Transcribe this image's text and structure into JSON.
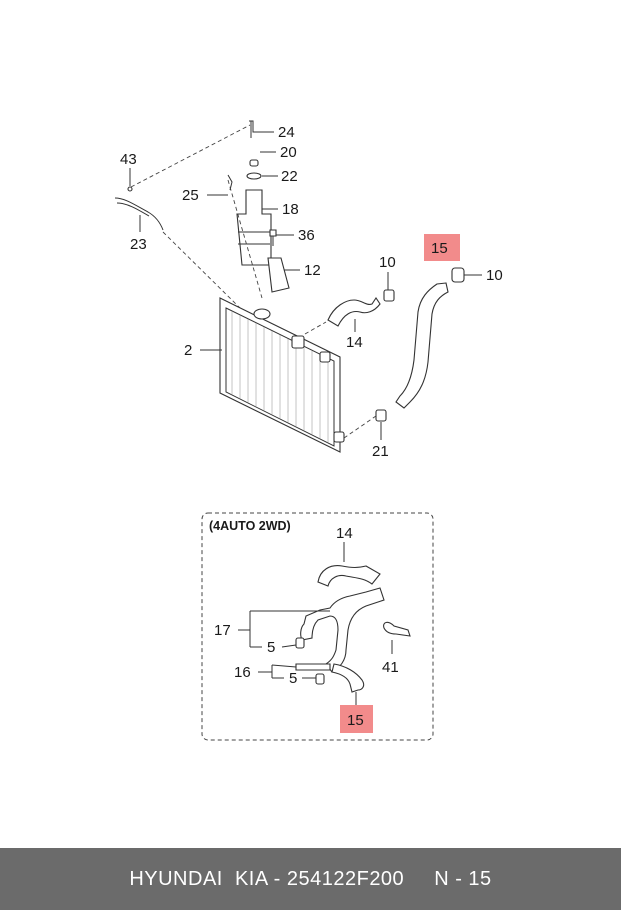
{
  "callouts": {
    "c24": "24",
    "c20": "20",
    "c22": "22",
    "c43": "43",
    "c25": "25",
    "c18": "18",
    "c23": "23",
    "c36": "36",
    "c12": "12",
    "c15_top": "15",
    "c10_left": "10",
    "c10_right": "10",
    "c2": "2",
    "c14_top": "14",
    "c21": "21"
  },
  "inset": {
    "title": "(4AUTO 2WD)",
    "c14": "14",
    "c17": "17",
    "c5_a": "5",
    "c16": "16",
    "c5_b": "5",
    "c41": "41",
    "c15": "15"
  },
  "highlight_color": "#f28b8b",
  "footer": {
    "brand": "HYUNDAI  KIA - 254122F200",
    "ref": "N - 15"
  }
}
